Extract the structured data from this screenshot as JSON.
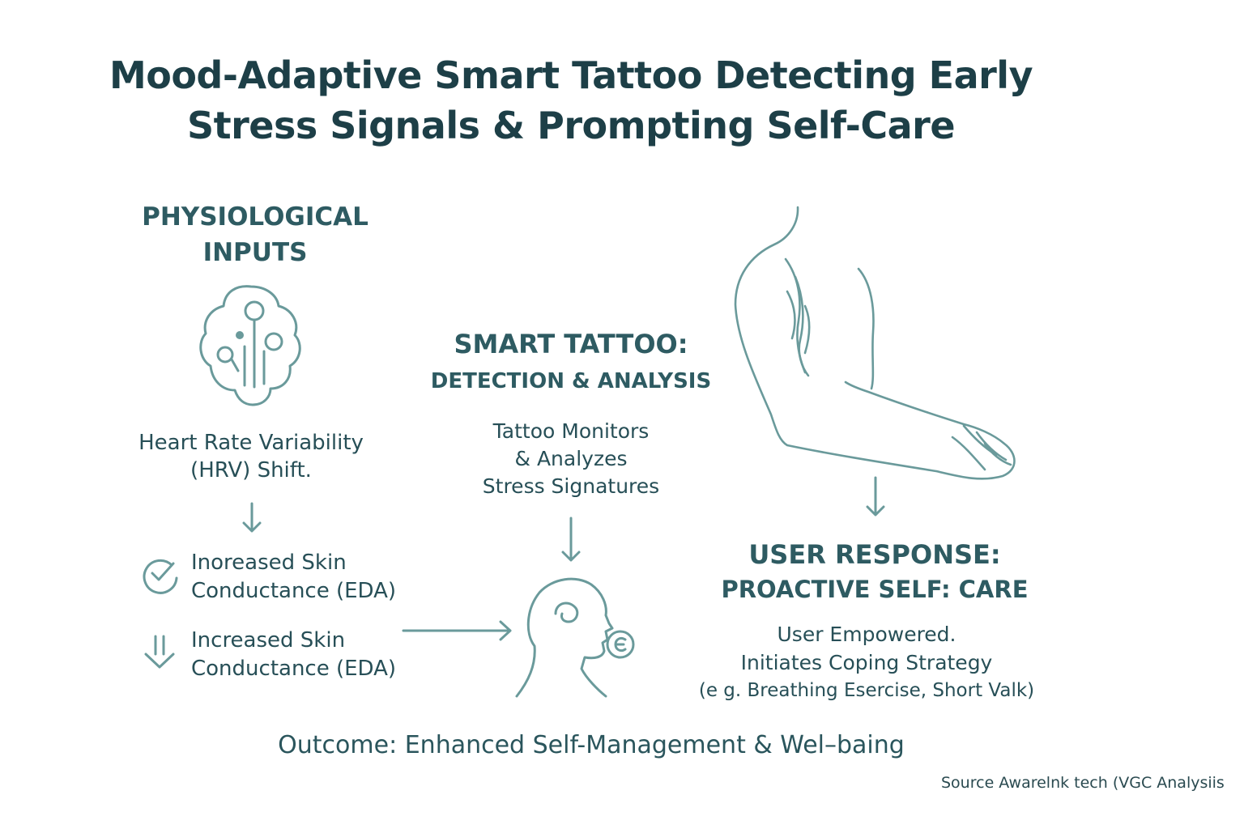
{
  "title": {
    "line1": "Mood-Adaptive Smart Tattoo Detecting Early",
    "line2": "Stress Signals & Prompting Self-Care"
  },
  "inputs": {
    "heading_line1": "PHYSIOLOGICAL",
    "heading_line2": "INPUTS",
    "hrv_line1": "Heart Rate Variability",
    "hrv_line2": "(HRV) Shift.",
    "item1_line1": "Inoreased Skin",
    "item1_line2": "Conductance (EDA)",
    "item2_line1": "Increased Skin",
    "item2_line2": "Conductance (EDA)"
  },
  "tattoo": {
    "heading_line1": "SMART TATTOO:",
    "heading_line2": "DETECTION & ANALYSIS",
    "desc_line1": "Tattoo Monitors",
    "desc_line2": "& Analyzes",
    "desc_line3": "Stress Signatures"
  },
  "response": {
    "heading_line1": "USER RESPONSE:",
    "heading_line2": "PROACTIVE SELF: CARE",
    "desc_line1": "User Empowered.",
    "desc_line2": "Initiates Coping Strategy",
    "desc_line3": "(e g. Breathing Esercise, Short Valk)"
  },
  "outcome": "Outcome: Enhanced Self-Management & Wel–baing",
  "source": "Source  Awarelnk tech (VGC Analysiis",
  "icons": {
    "brain": "brain-circuit-icon",
    "check_circle": "check-circle-icon",
    "down_arrows": "down-arrows-icon",
    "head": "head-breathing-icon",
    "arm": "arm-illustration"
  },
  "colors": {
    "title": "#1d3f47",
    "heading": "#2e5b62",
    "icon": "#6a9a9b"
  }
}
